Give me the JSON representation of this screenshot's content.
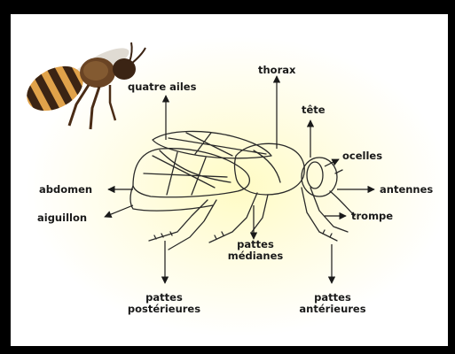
{
  "diagram": {
    "labels": {
      "quatre_ailes": "quatre ailes",
      "thorax": "thorax",
      "tete": "tête",
      "ocelles": "ocelles",
      "abdomen": "abdomen",
      "antennes": "antennes",
      "aiguillon": "aiguillon",
      "trompe": "trompe",
      "pattes_medianes_1": "pattes",
      "pattes_medianes_2": "médianes",
      "pattes_posterieures_1": "pattes",
      "pattes_posterieures_2": "postérieures",
      "pattes_anterieures_1": "pattes",
      "pattes_anterieures_2": "antérieures"
    },
    "colors": {
      "frame": "#000000",
      "glow": "#fffbc4",
      "ink": "#1a1a1a",
      "bee_stripe": "#3b2414",
      "bee_band": "#e0a24a"
    }
  }
}
